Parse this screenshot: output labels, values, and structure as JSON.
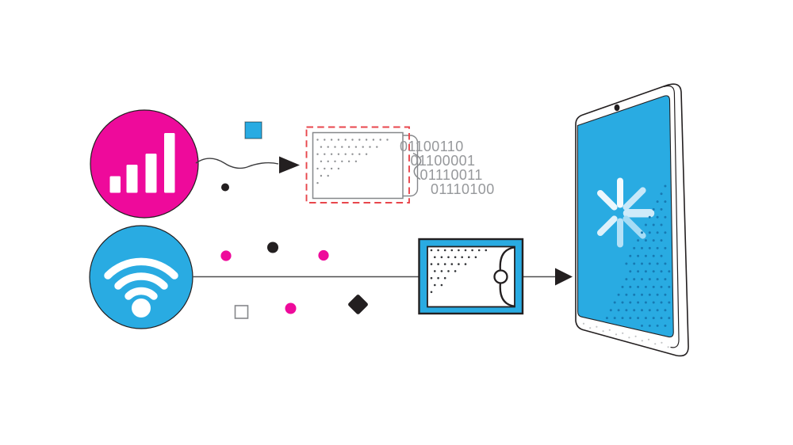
{
  "binary": {
    "lines": [
      "01100110",
      "01100001",
      "01110011",
      "01110100"
    ]
  },
  "colors": {
    "magenta": "#EE0A9B",
    "blue": "#29ABE2",
    "ink": "#231F20",
    "red": "#E8464C",
    "gray_outline": "#85878A",
    "gray_text": "#96989B",
    "white": "#FFFFFF",
    "screen_dot": "#177AB3",
    "spinner": {
      "n": "#F3FAFE",
      "ne": "#C8E8F9",
      "e": "#CFEBFA",
      "se": "#A6DCF5",
      "s": "#B5E1F7",
      "sw": "#DDF1FB",
      "nw": "#ECF7FD"
    }
  },
  "icons": {
    "cellular": "cellular-signal-bars-icon",
    "wifi": "wifi-icon",
    "packet": "envelope-icon",
    "flow": "arrow-right-icon",
    "loading": "loading-spinner-icon"
  }
}
